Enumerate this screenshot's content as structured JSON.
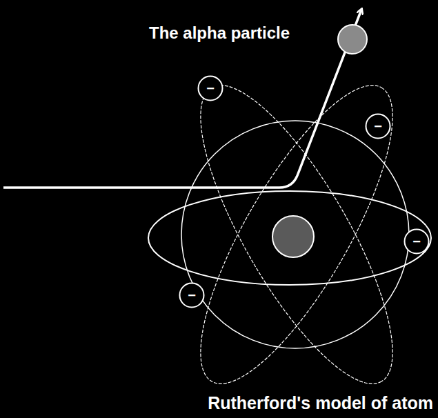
{
  "diagram": {
    "caption": "Rutherford's model of atom",
    "nodes": [
      {
        "text": [
          "−"
        ]
      },
      {
        "text": [
          "−"
        ]
      },
      {
        "text": [
          "−"
        ]
      },
      {
        "text": [
          "−"
        ]
      }
    ],
    "labels": [
      "The alpha particle"
    ]
  }
}
